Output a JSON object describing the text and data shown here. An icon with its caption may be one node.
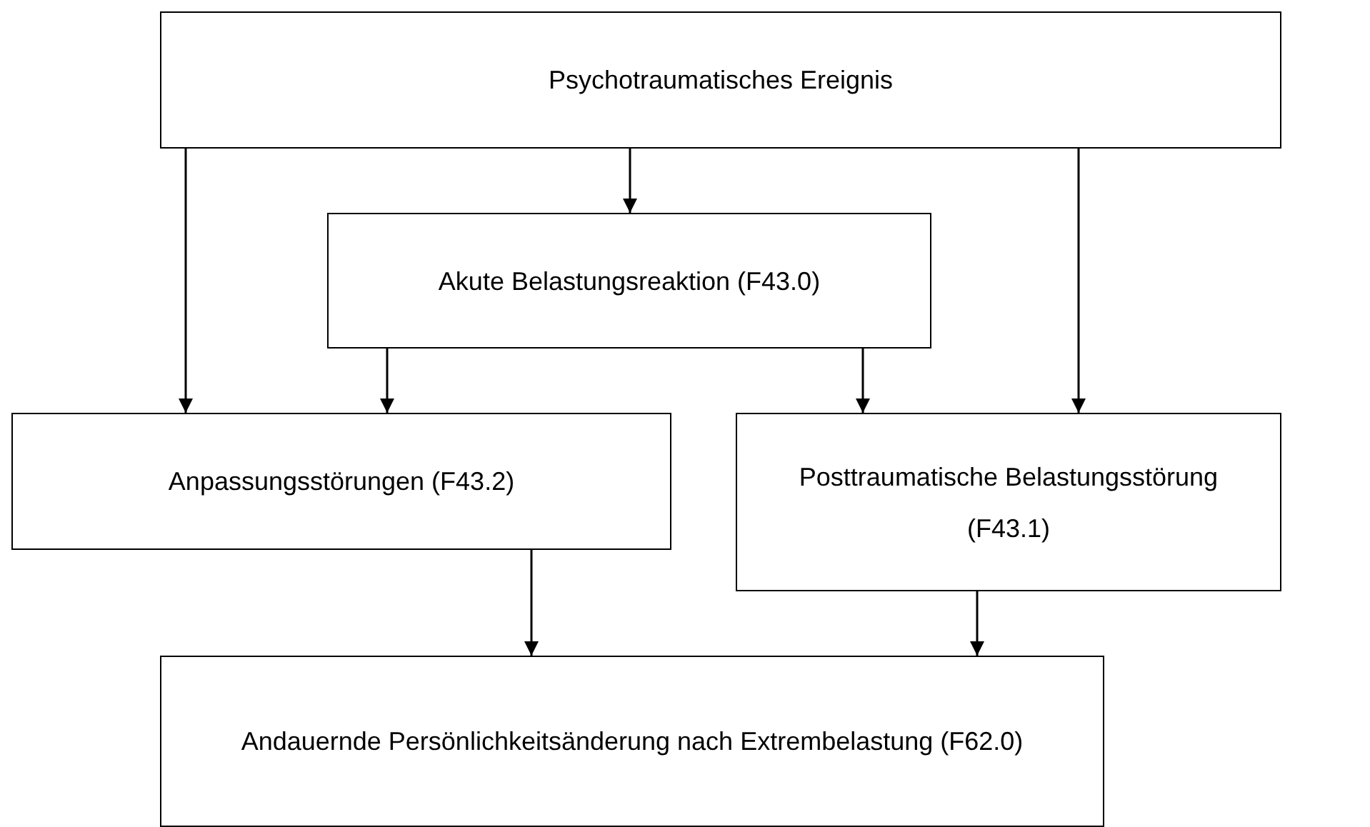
{
  "diagram": {
    "nodes": [
      {
        "text": [
          "Psychotraumatisches Ereignis"
        ]
      },
      {
        "text": [
          "Akute Belastungsreaktion (F43.0)"
        ]
      },
      {
        "text": [
          "Anpassungsstörungen (F43.2)"
        ]
      },
      {
        "text": [
          "Posttraumatische Belastungsstörung (F43.1)"
        ]
      },
      {
        "text": [
          "Andauernde Persönlichkeitsänderung nach Extrembelastung (F62.0)"
        ]
      }
    ],
    "edges": [
      {
        "from": 0,
        "to": 2,
        "arrow": "to"
      },
      {
        "from": 0,
        "to": 1,
        "arrow": "to"
      },
      {
        "from": 0,
        "to": 3,
        "arrow": "to"
      },
      {
        "from": 1,
        "to": 2,
        "arrow": "to"
      },
      {
        "from": 1,
        "to": 3,
        "arrow": "to"
      },
      {
        "from": 2,
        "to": 4,
        "arrow": "to"
      },
      {
        "from": 3,
        "to": 4,
        "arrow": "to"
      }
    ]
  }
}
